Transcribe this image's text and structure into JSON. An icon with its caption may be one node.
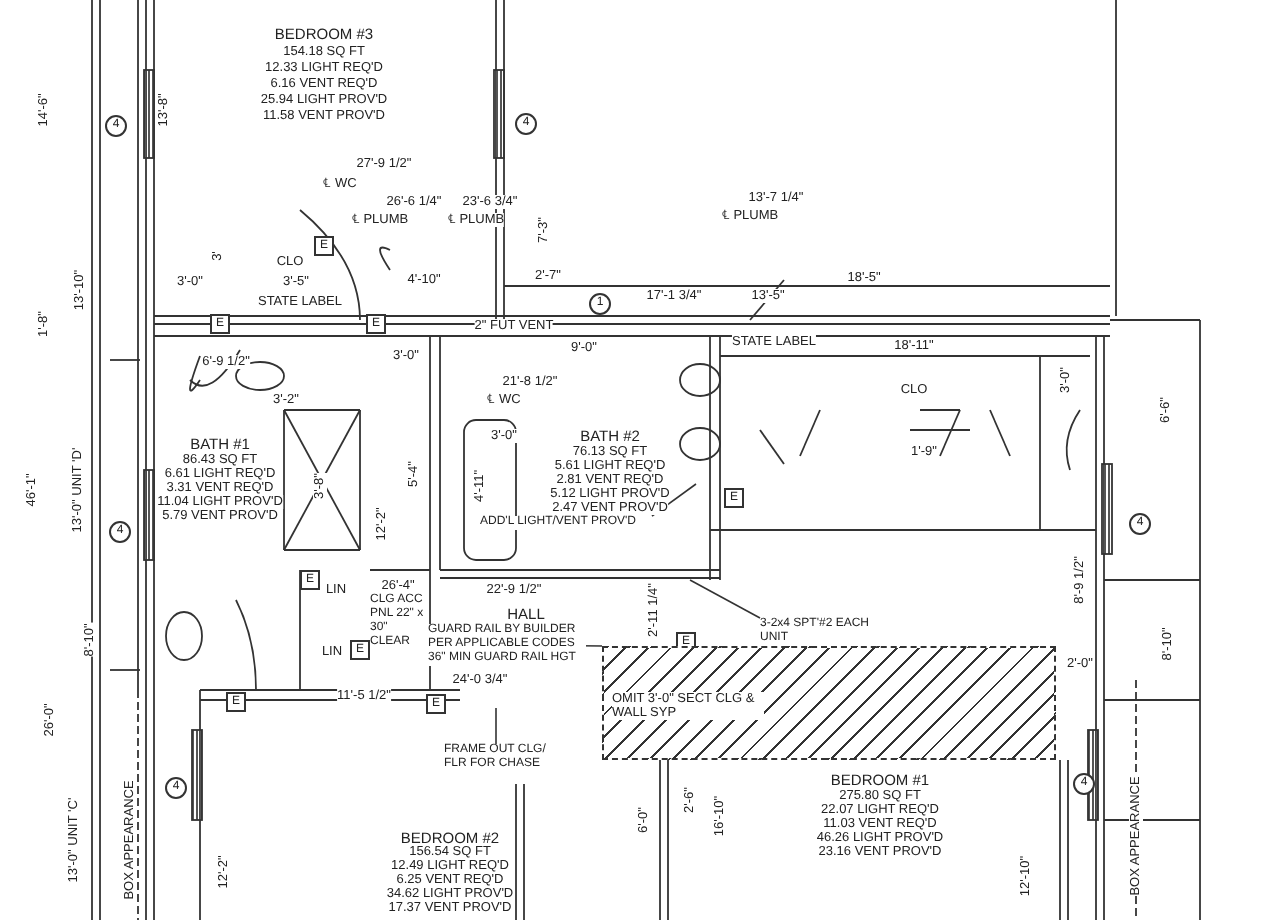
{
  "diagram": {
    "nodes": [
      {
        "text": [
          "ADD'L LIGHT/VENT PROV'D"
        ]
      },
      {
        "text": [
          "3-2x4 SPT'#2 EACH UNIT"
        ]
      },
      {
        "text": [
          "GUARD RAIL BY BUILDER PER APPLICABLE CODES 36\" MIN GUARD RAIL HGT"
        ]
      },
      {
        "text": [
          "FRAME OUT CLG/ FLR FOR CHASE"
        ]
      },
      {
        "text": [
          "OMIT 3'-0\" SECT CLG & WALL SYP"
        ]
      }
    ],
    "edges": [
      {
        "from": 0,
        "to": null,
        "arrow": "none"
      },
      {
        "from": 1,
        "to": null,
        "arrow": "none"
      },
      {
        "from": 2,
        "to": 4,
        "arrow": "none"
      },
      {
        "from": 3,
        "to": null,
        "arrow": "none"
      }
    ],
    "labels": [
      "BEDROOM #3",
      "154.18 SQ FT",
      "12.33 LIGHT REQ'D",
      "6.16 VENT REQ'D",
      "25.94 LIGHT PROV'D",
      "11.58 VENT PROV'D",
      "14'-6\"",
      "13'-8\"",
      "4",
      "4",
      "27'-9 1/2\"",
      "℄ WC",
      "26'-6 1/4\"",
      "℄ PLUMB",
      "23'-6 3/4\"",
      "℄ PLUMB",
      "13'-7 1/4\"",
      "℄ PLUMB",
      "7'-3\"",
      "E",
      "3'",
      "CLO",
      "13'-10\"",
      "3'-0\"",
      "3'-5\"",
      "4'-10\"",
      "2'-7\"",
      "18'-5\"",
      "1'-8\"",
      "1",
      "17'-1 3/4\"",
      "13'-5\"",
      "STATE LABEL",
      "E",
      "E",
      "2\" FUT VENT",
      "STATE LABEL",
      "18'-11\"",
      "6'-9 1/2\"",
      "3'-0\"",
      "9'-0\"",
      "21'-8 1/2\"",
      "3'-2\"",
      "℄ WC",
      "CLO",
      "3'-0\"",
      "6'-6\"",
      "3'-0\"",
      "BATH #1",
      "86.43 SQ FT",
      "6.61 LIGHT REQ'D",
      "3.31 VENT REQ'D",
      "11.04 LIGHT PROV'D",
      "5.79 VENT PROV'D",
      "BATH #2",
      "76.13 SQ FT",
      "5.61 LIGHT REQ'D",
      "2.81 VENT REQ'D",
      "5.12 LIGHT PROV'D",
      "2.47 VENT PROV'D",
      "1'-9\"",
      "46'-1\"",
      "13'-0\" UNIT 'D'",
      "3'-8\"",
      "5'-4\"",
      "4'-11\"",
      "12'-2\"",
      "4",
      "8'-9 1/2\"",
      "4",
      "E",
      "LIN",
      "E",
      "26'-4\"",
      "22'-9 1/2\"",
      "CLG ACC PNL 22\" x 30\" CLEAR",
      "HALL",
      "8'-10\"",
      "2'-11 1/4\"",
      "LIN",
      "E",
      "E",
      "24'-0 3/4\"",
      "2'-0\"",
      "8'-10\"",
      "E",
      "11'-5 1/2\"",
      "E",
      "26'-0\"",
      "4",
      "4",
      "6'-0\"",
      "2'-6\"",
      "16'-10\"",
      "BEDROOM #1",
      "275.80 SQ FT",
      "22.07 LIGHT REQ'D",
      "11.03 VENT REQ'D",
      "46.26 LIGHT PROV'D",
      "23.16 VENT PROV'D",
      "BEDROOM #2",
      "156.54 SQ FT",
      "12.49 LIGHT REQ'D",
      "6.25 VENT REQ'D",
      "34.62 LIGHT PROV'D",
      "17.37 VENT PROV'D",
      "13'-0\" UNIT 'C'",
      "BOX APPEARANCE",
      "12'-2\"",
      "12'-10\"",
      "BOX APPEARANCE"
    ]
  }
}
